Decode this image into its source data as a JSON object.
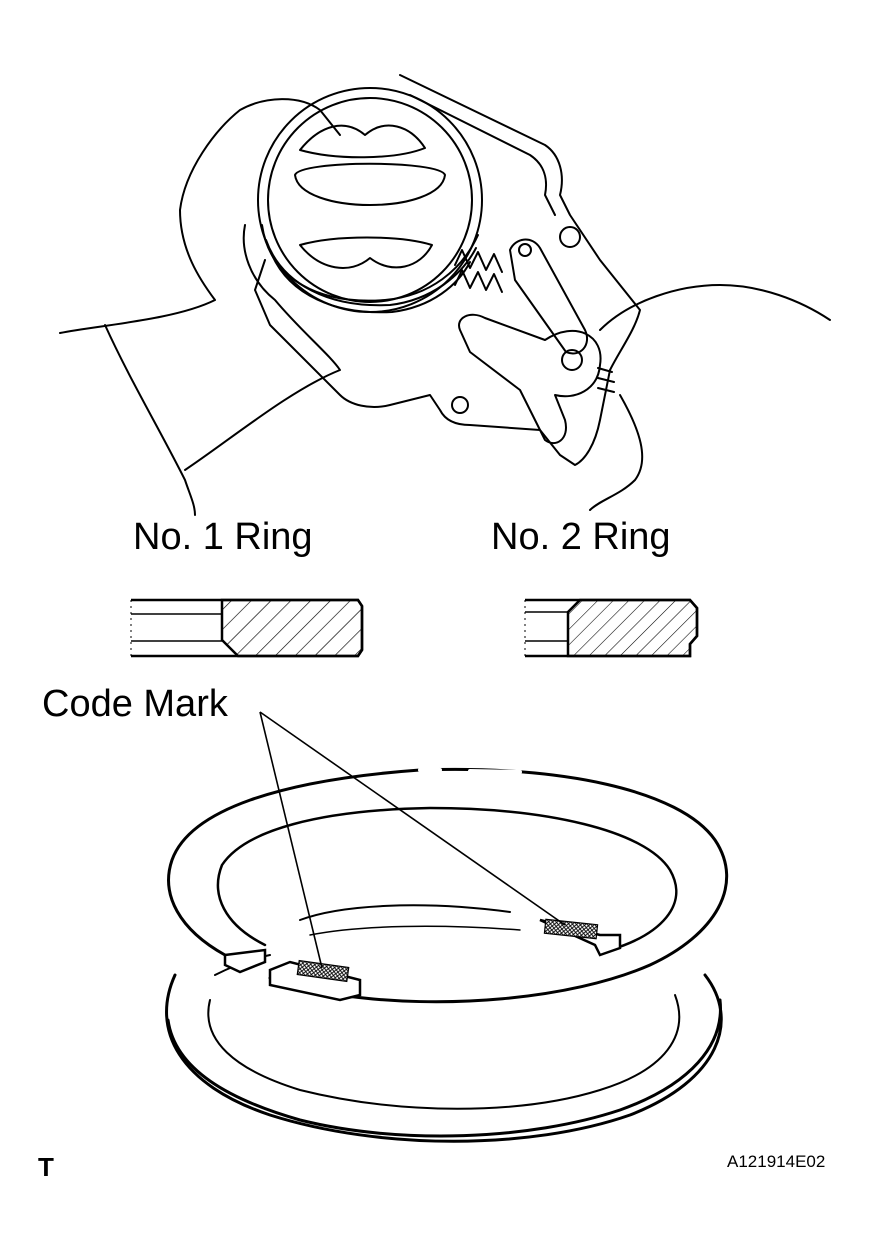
{
  "labels": {
    "ring1": "No. 1 Ring",
    "ring2": "No. 2 Ring",
    "code_mark": "Code Mark",
    "corner_mark": "T",
    "figure_code": "A121914E02"
  },
  "colors": {
    "ink": "#000000",
    "paper": "#ffffff"
  }
}
